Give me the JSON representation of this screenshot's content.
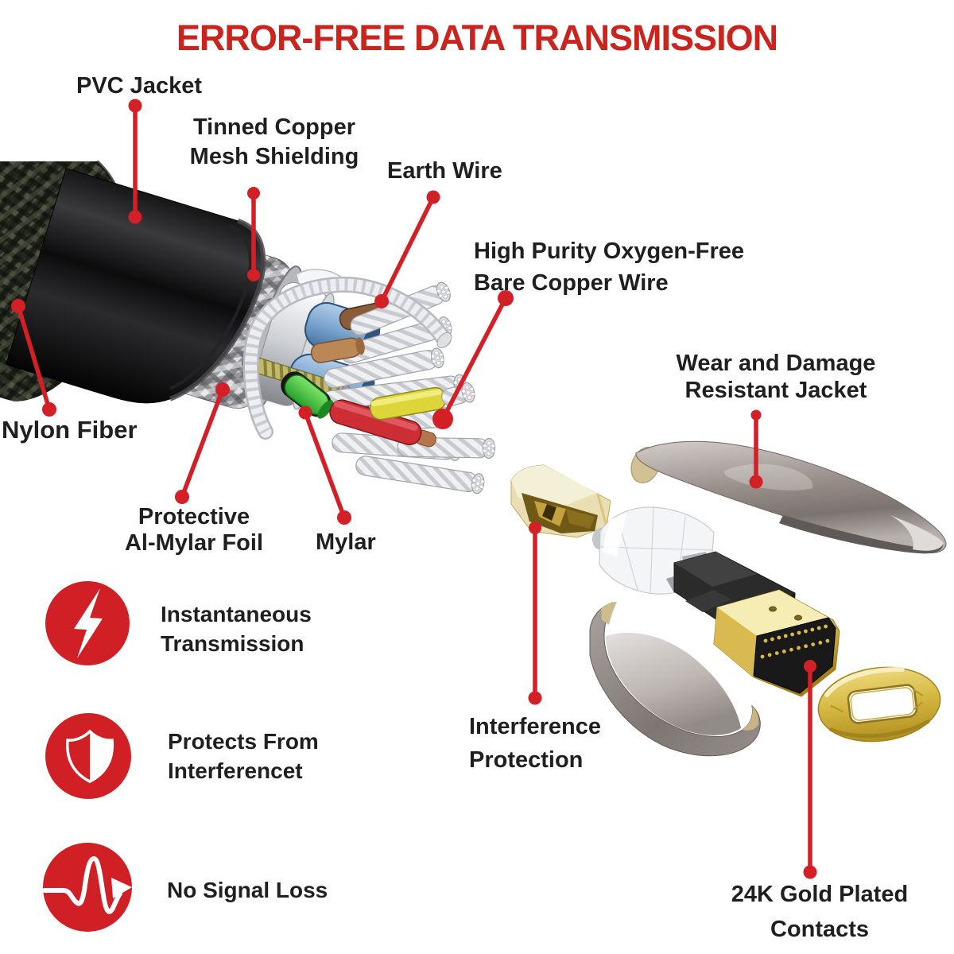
{
  "title": "ERROR-FREE DATA TRANSMISSION",
  "colors": {
    "accent_red": "#d02025",
    "title_red": "#c9241d",
    "text_black": "#1f1f1f",
    "background": "#ffffff",
    "gold": "#d4af37",
    "shell_grey": "#978f8b"
  },
  "callouts": {
    "pvc_jacket": {
      "label": "PVC Jacket"
    },
    "mesh_shielding": {
      "line1": "Tinned Copper",
      "line2": "Mesh Shielding"
    },
    "earth_wire": {
      "label": "Earth Wire"
    },
    "bare_copper": {
      "line1": "High Purity Oxygen-Free",
      "line2": "Bare Copper Wire"
    },
    "nylon_fiber": {
      "label": "Nylon Fiber"
    },
    "al_mylar_foil": {
      "line1": "Protective",
      "line2": "Al-Mylar Foil"
    },
    "mylar": {
      "label": "Mylar"
    },
    "resistant_jacket": {
      "line1": "Wear and Damage",
      "line2": "Resistant Jacket"
    },
    "interference_protection": {
      "line1": "Interference",
      "line2": "Protection"
    },
    "gold_contacts": {
      "line1": "24K Gold Plated",
      "line2": "Contacts"
    }
  },
  "features": [
    {
      "icon": "lightning-icon",
      "line1": "Instantaneous",
      "line2": "Transmission"
    },
    {
      "icon": "shield-icon",
      "line1": "Protects From",
      "line2": "Interferencet"
    },
    {
      "icon": "signal-wave-icon",
      "line1": "No Signal Loss",
      "line2": ""
    }
  ]
}
